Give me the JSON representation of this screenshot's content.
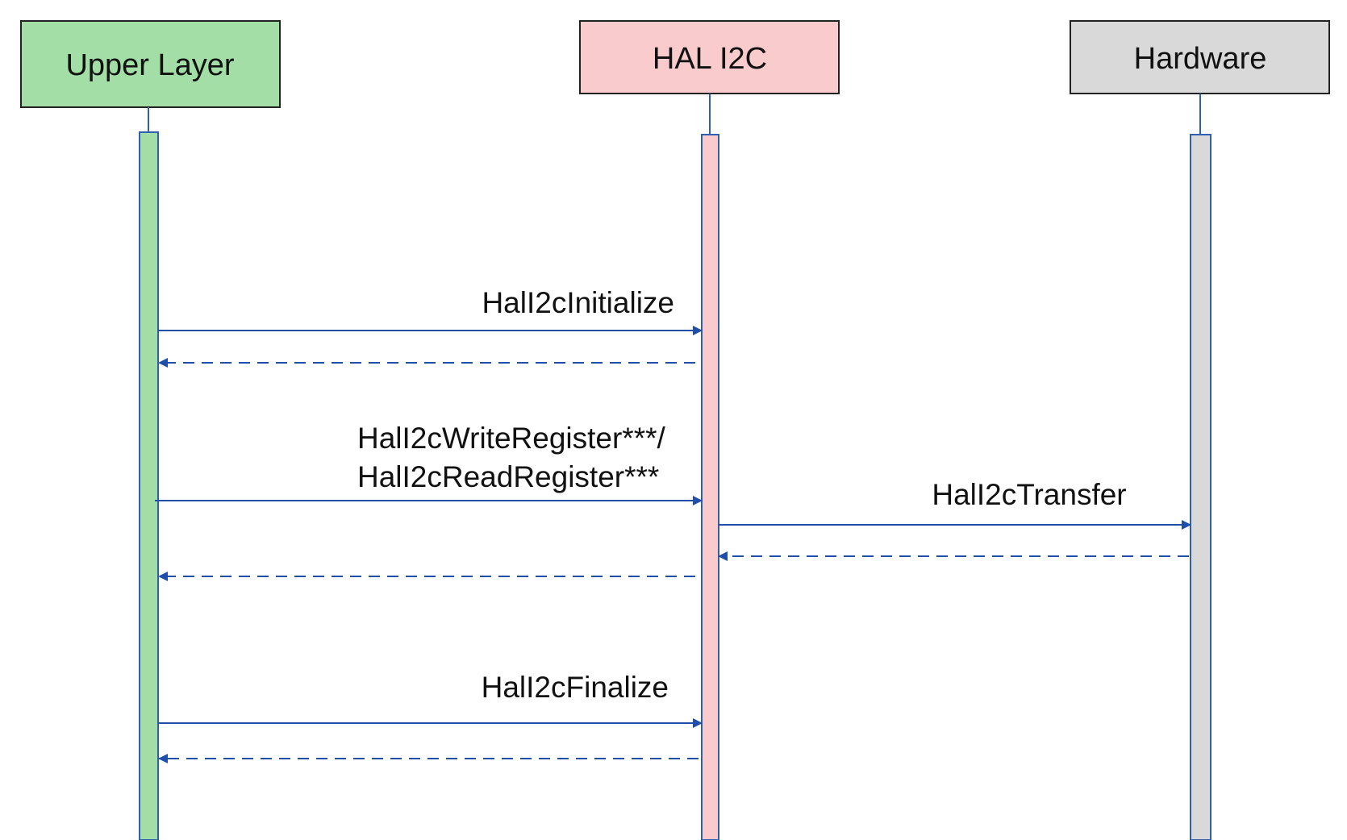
{
  "participants": {
    "upper": {
      "label": "Upper Layer",
      "color": "#a2deA6"
    },
    "hal": {
      "label": "HAL I2C",
      "color": "#f9cbcc"
    },
    "hardware": {
      "label": "Hardware",
      "color": "#d9d9d9"
    }
  },
  "messages": {
    "initialize": {
      "label": "HalI2cInitialize"
    },
    "write_read": {
      "line1": "HalI2cWriteRegister***/",
      "line2": "HalI2cReadRegister***"
    },
    "transfer": {
      "label": "HalI2cTransfer"
    },
    "finalize": {
      "label": "HalI2cFinalize"
    }
  },
  "colors": {
    "arrow": "#1f4fa8",
    "lifeline": "#2f5fb0",
    "box_border": "#222222"
  }
}
